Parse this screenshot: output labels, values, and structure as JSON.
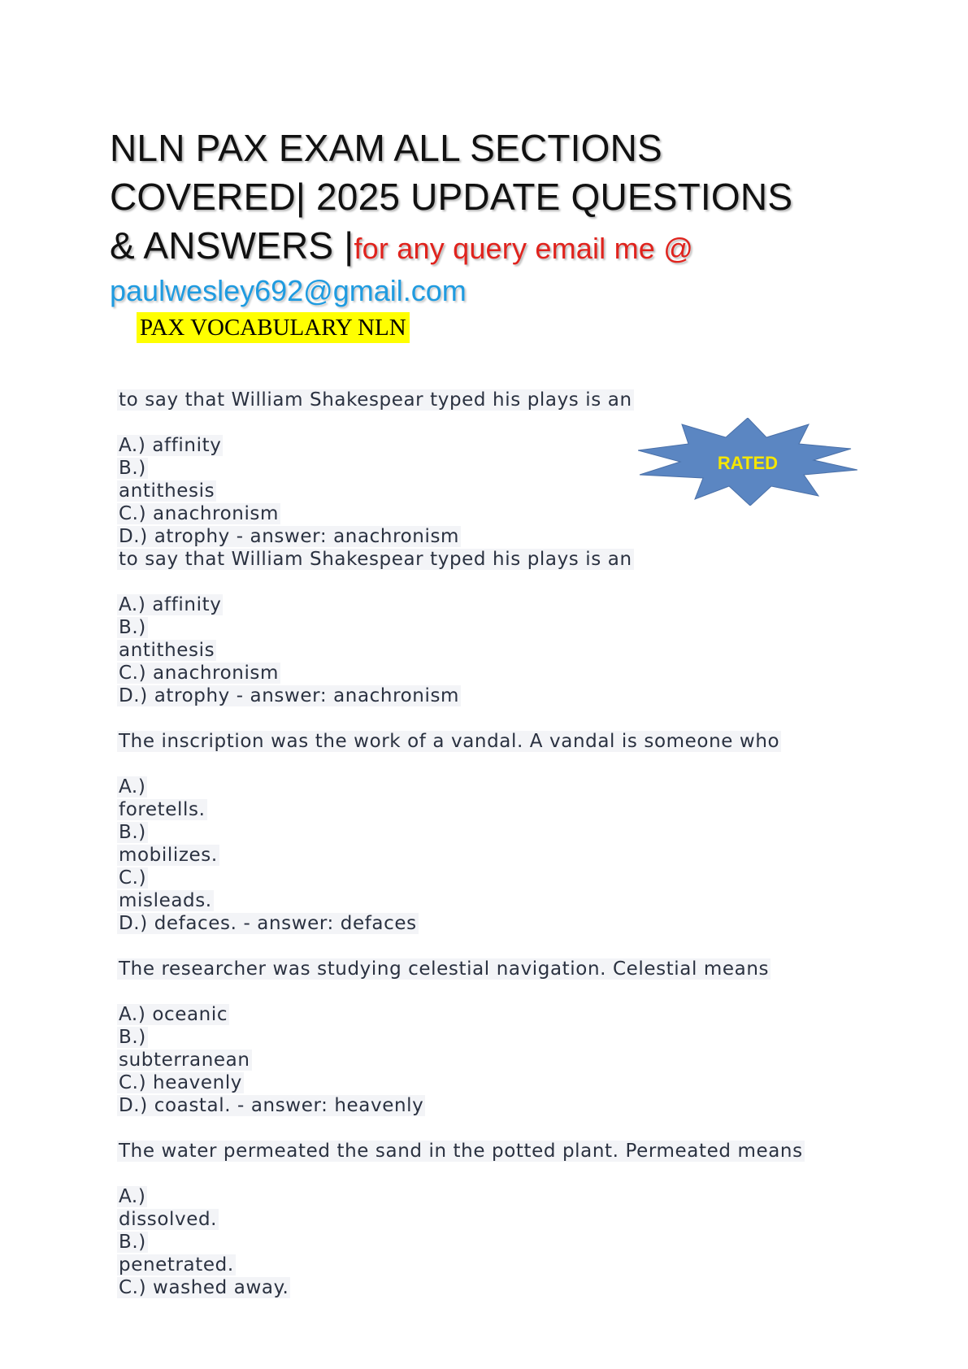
{
  "header": {
    "title_line1": "NLN PAX EXAM ALL SECTIONS",
    "title_line2": "COVERED| 2025 UPDATE QUESTIONS",
    "title_line3": "& ANSWERS |",
    "query_text": "for any query email me @",
    "email": "paulwesley692@gmail.com",
    "subtitle": "PAX VOCABULARY NLN"
  },
  "badge": {
    "label": "RATED",
    "fill_color": "#5b86c2",
    "text_color": "#f5e600"
  },
  "questions": [
    {
      "lines": [
        "to say that William Shakespear typed his plays is an",
        "",
        "A.) affinity",
        "B.)",
        "antithesis",
        "C.) anachronism",
        "D.) atrophy - answer: anachronism"
      ]
    },
    {
      "lines": [
        "to say that William Shakespear typed his plays is an",
        "",
        "A.) affinity",
        "B.)",
        "antithesis",
        "C.) anachronism",
        "D.) atrophy - answer: anachronism"
      ]
    },
    {
      "lines": [
        "The inscription was the work of a vandal. A vandal is someone who",
        "",
        "A.)",
        "foretells.",
        "B.)",
        "mobilizes.",
        "C.)",
        "misleads.",
        "D.) defaces. - answer: defaces"
      ]
    },
    {
      "lines": [
        "The researcher was studying celestial navigation. Celestial means",
        "",
        "A.) oceanic",
        "B.)",
        "subterranean",
        "C.) heavenly",
        "D.) coastal. - answer: heavenly"
      ]
    },
    {
      "lines": [
        "The water permeated the sand in the potted plant. Permeated means",
        "",
        "A.)",
        "dissolved.",
        "B.)",
        "penetrated.",
        "C.) washed away."
      ]
    }
  ]
}
